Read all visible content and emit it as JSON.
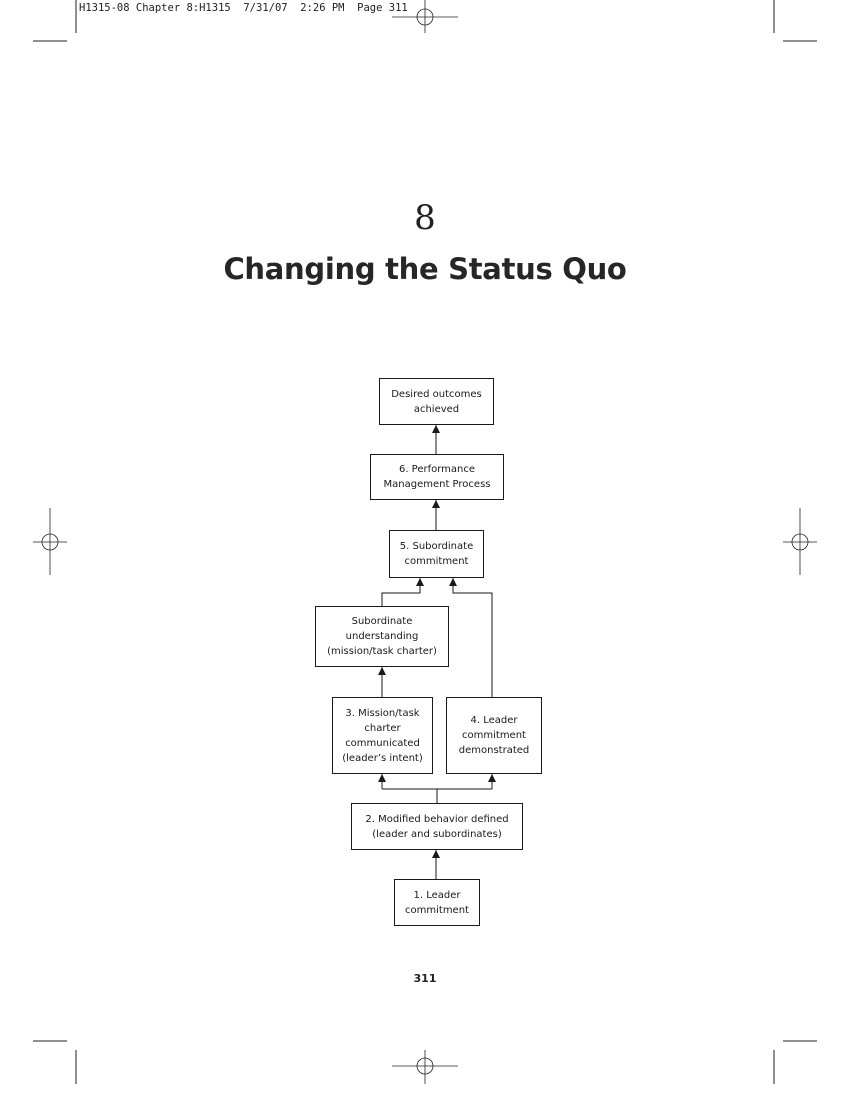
{
  "print_slug": "H1315-08 Chapter 8:H1315  7/31/07  2:26 PM  Page 311",
  "chapter": {
    "number": "8",
    "title": "Changing the Status Quo"
  },
  "diagram": {
    "boxes": {
      "leader_commitment": "1. Leader\ncommitment",
      "modified_behavior": "2. Modified behavior defined\n(leader and subordinates)",
      "mission_charter": "3. Mission/task\ncharter\ncommunicated\n(leader’s intent)",
      "leader_commitment_demonstrated": "4. Leader\ncommitment\ndemonstrated",
      "subordinate_understanding": "Subordinate\nunderstanding\n(mission/task charter)",
      "subordinate_commitment": "5. Subordinate\ncommitment",
      "performance_management": "6. Performance\nManagement Process",
      "desired_outcomes": "Desired outcomes\nachieved"
    }
  },
  "page_number": "311"
}
